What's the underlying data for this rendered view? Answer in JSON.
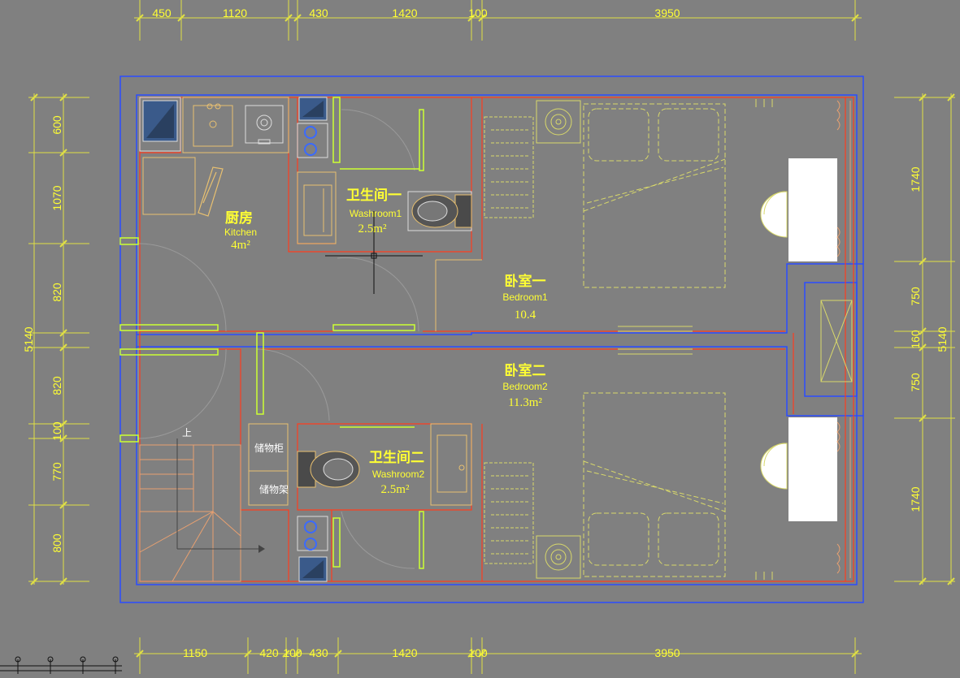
{
  "dims_top": [
    "450",
    "1120",
    "430",
    "1420",
    "100",
    "3950"
  ],
  "dims_bottom": [
    "1150",
    "420",
    "100",
    "430",
    "1420",
    "100",
    "3950"
  ],
  "dims_left": [
    "600",
    "1070",
    "820",
    "820",
    "100",
    "770",
    "800"
  ],
  "dims_left_total": "5140",
  "dims_right": [
    "1740",
    "750",
    "160",
    "750",
    "1740"
  ],
  "dims_right_total": "5140",
  "rooms": {
    "kitchen": {
      "cn": "厨房",
      "en": "Kitchen",
      "area": "4m²"
    },
    "wash1": {
      "cn": "卫生间一",
      "en": "Washroom1",
      "area": "2.5m²"
    },
    "bed1": {
      "cn": "卧室一",
      "en": "Bedroom1",
      "area": "10.4"
    },
    "bed2": {
      "cn": "卧室二",
      "en": "Bedroom2",
      "area": "11.3m²"
    },
    "wash2": {
      "cn": "卫生间二",
      "en": "Washroom2",
      "area": "2.5m²"
    }
  },
  "labels": {
    "storage_cabinet": "储物柜",
    "storage_rack": "储物架",
    "stair_up": "上"
  },
  "colors": {
    "background": "#808080",
    "wall": "#ff3c1e",
    "outline": "#2244ff",
    "dimension": "#ffff33",
    "furniture": "#e8e86a"
  }
}
